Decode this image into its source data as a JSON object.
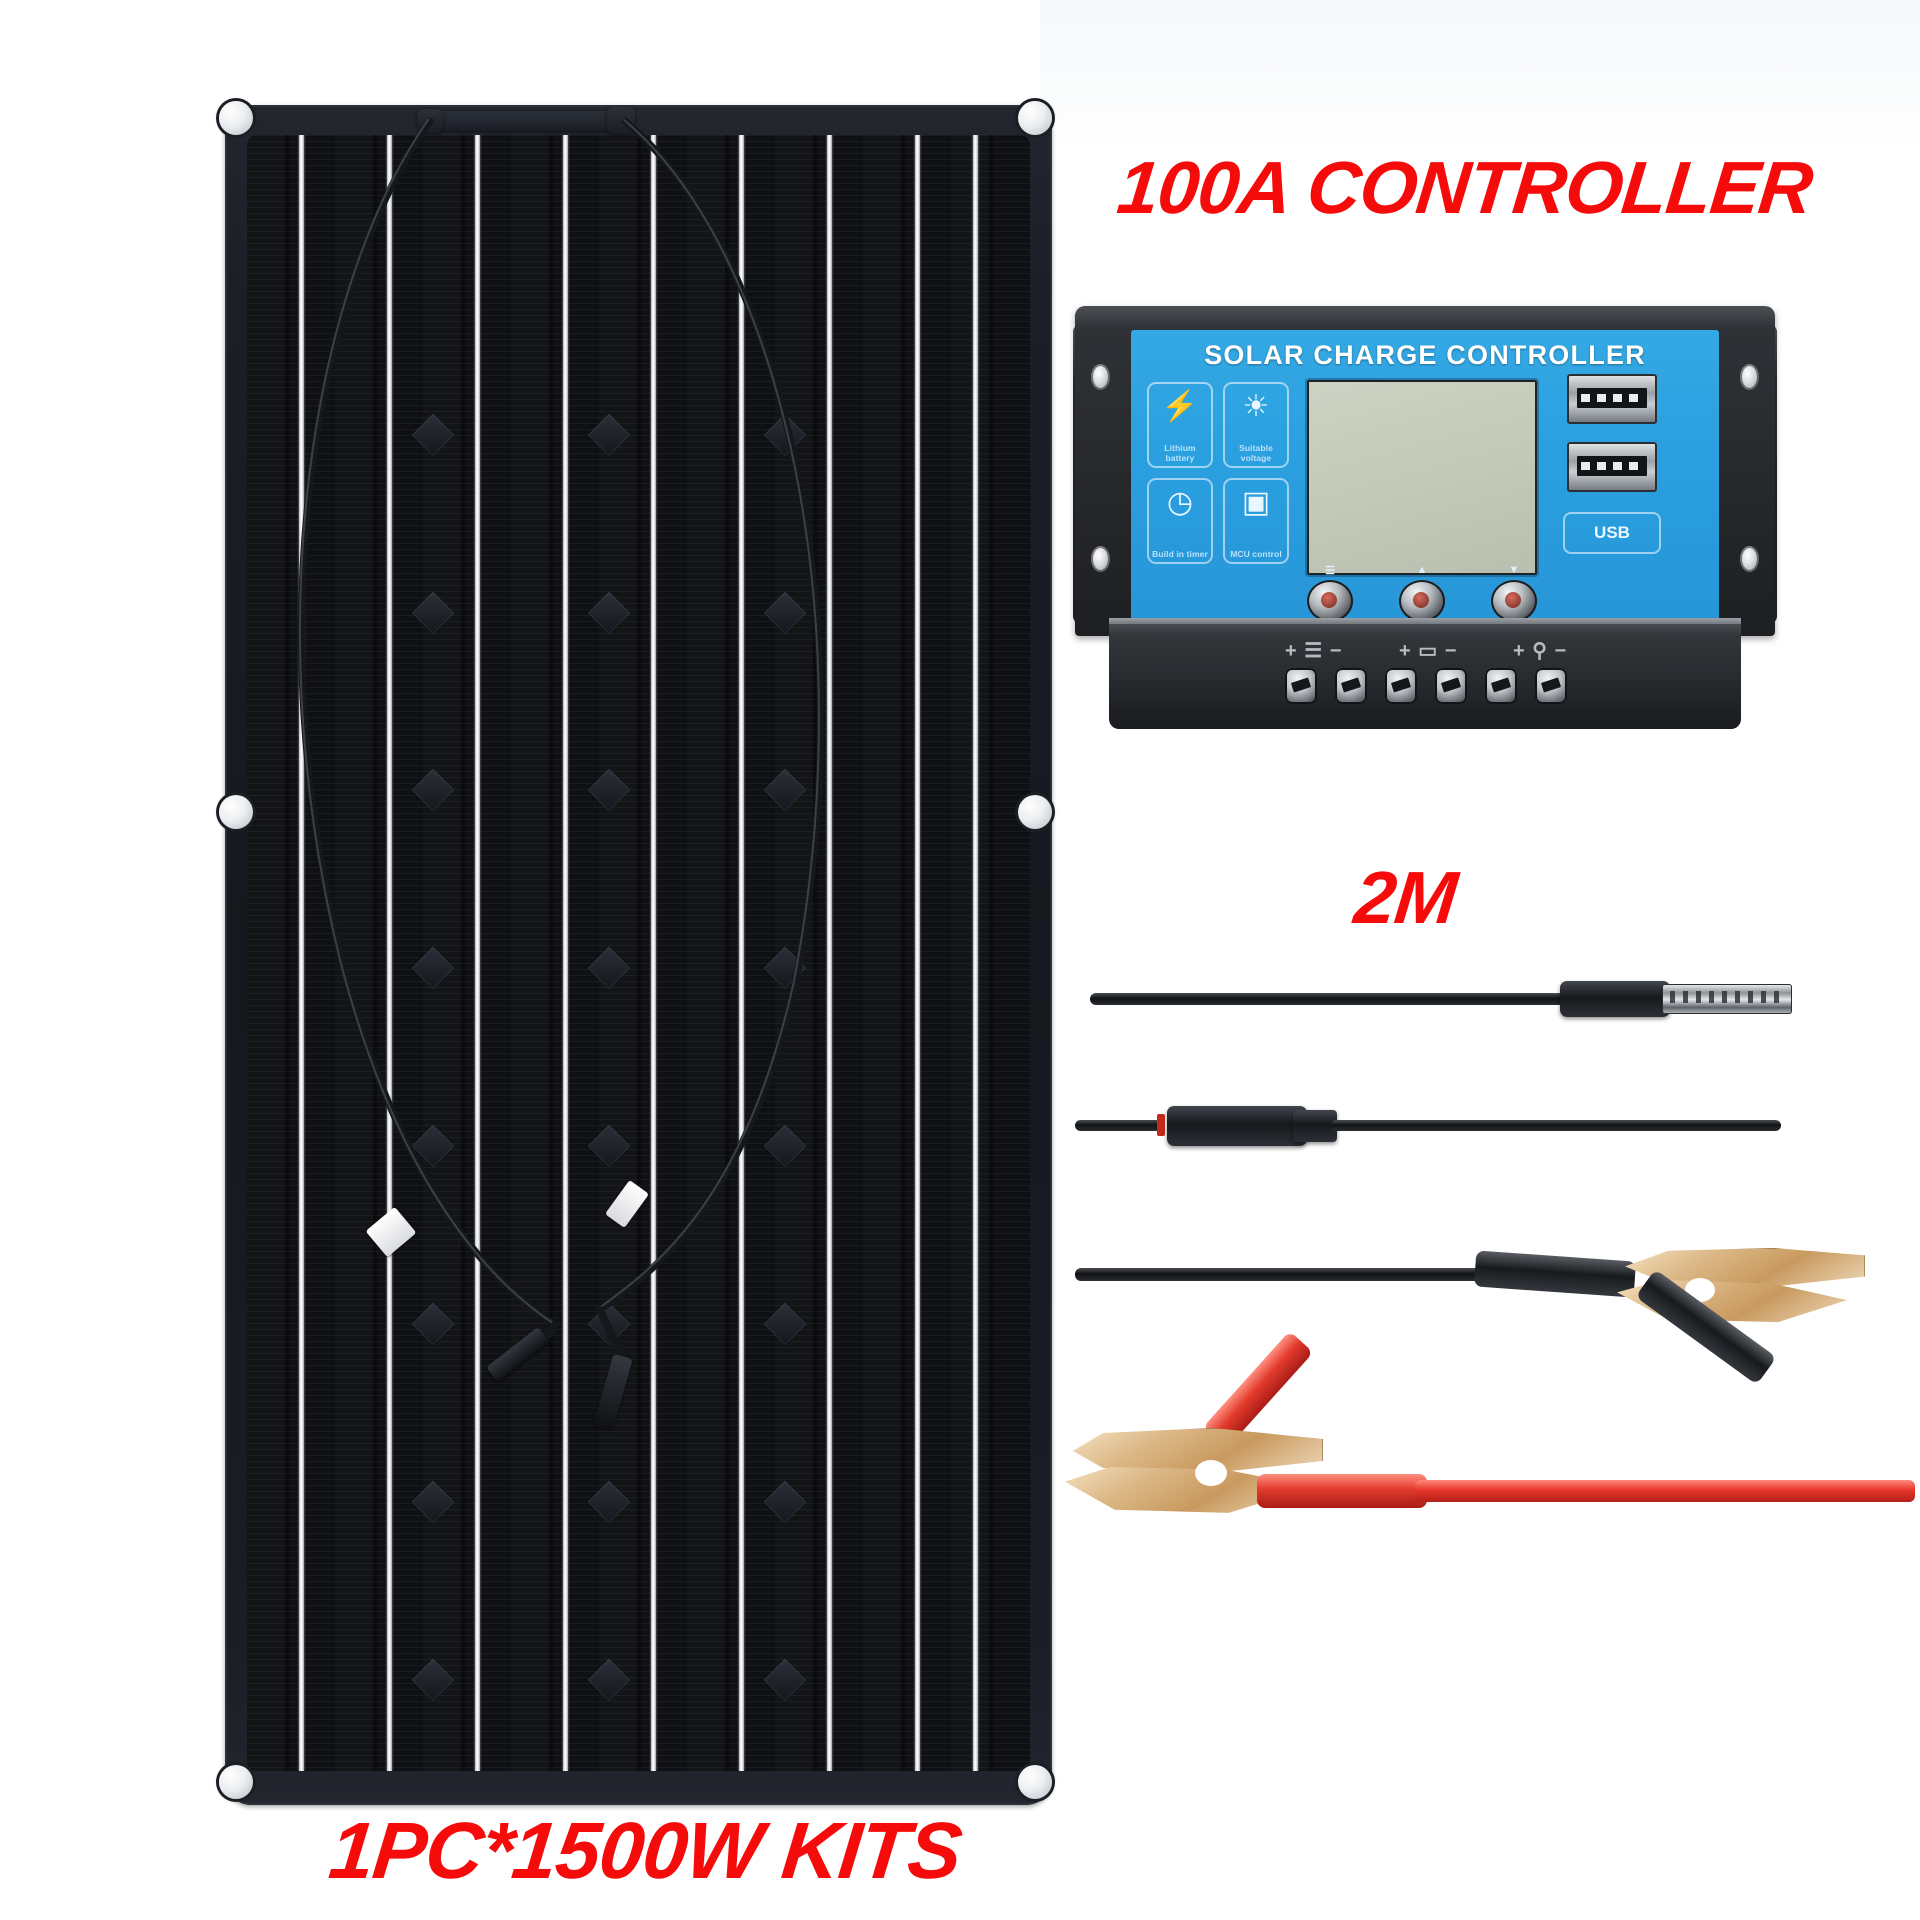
{
  "product": {
    "headline_controller": "100A CONTROLLER",
    "headline_cable_length": "2M",
    "headline_kit": "1PC*1500W KITS"
  },
  "controller": {
    "brand_text": "SOLAR CHARGE CONTROLLER",
    "features": [
      {
        "icon": "lithium-battery-icon",
        "glyph": "⚡",
        "label": "Lithium battery"
      },
      {
        "icon": "sun-gear-icon",
        "glyph": "☀",
        "label": "Suitable voltage"
      },
      {
        "icon": "clock-icon",
        "glyph": "◷",
        "label": "Build in timer"
      },
      {
        "icon": "chip-icon",
        "glyph": "▣",
        "label": "MCU control"
      }
    ],
    "buttons": [
      {
        "name": "menu-button",
        "label": "☰"
      },
      {
        "name": "up-button",
        "label": "▲"
      },
      {
        "name": "down-button",
        "label": "▼"
      }
    ],
    "usb": {
      "ports": 2,
      "label": "USB"
    },
    "terminals": [
      {
        "name": "solar-panel-terminal",
        "label": "+ ☰ −"
      },
      {
        "name": "battery-terminal",
        "label": "+ ▭ −"
      },
      {
        "name": "load-terminal",
        "label": "+ ⚲ −"
      }
    ],
    "terminal_count": 6,
    "screw_holes": 4,
    "lcd_state": ""
  },
  "panel": {
    "type": "flexible-monocrystalline-solar-panel",
    "busbar_count": 9,
    "grommet_count": 6,
    "junction_box_count": 2,
    "cable": {
      "loop": true,
      "mc4_connectors": 2,
      "white_tags": 2
    }
  },
  "accessories": [
    {
      "name": "extension-cable-male-mc4",
      "color": "#111316",
      "connector": "mc4-female-end"
    },
    {
      "name": "extension-cable-female-mc4",
      "color": "#111316",
      "connector": "mc4-male-end"
    },
    {
      "name": "battery-clip-cable-black",
      "color": "#111316",
      "clip": "alligator-clip-black"
    },
    {
      "name": "battery-clip-cable-red",
      "color": "#e8362a",
      "clip": "alligator-clip-red"
    }
  ],
  "colors": {
    "accent_red": "#f60b0b",
    "controller_blue": "#2aa0e0",
    "panel_black": "#15181e",
    "lcd_grey": "#c5cbbb",
    "background": "#ffffff"
  }
}
